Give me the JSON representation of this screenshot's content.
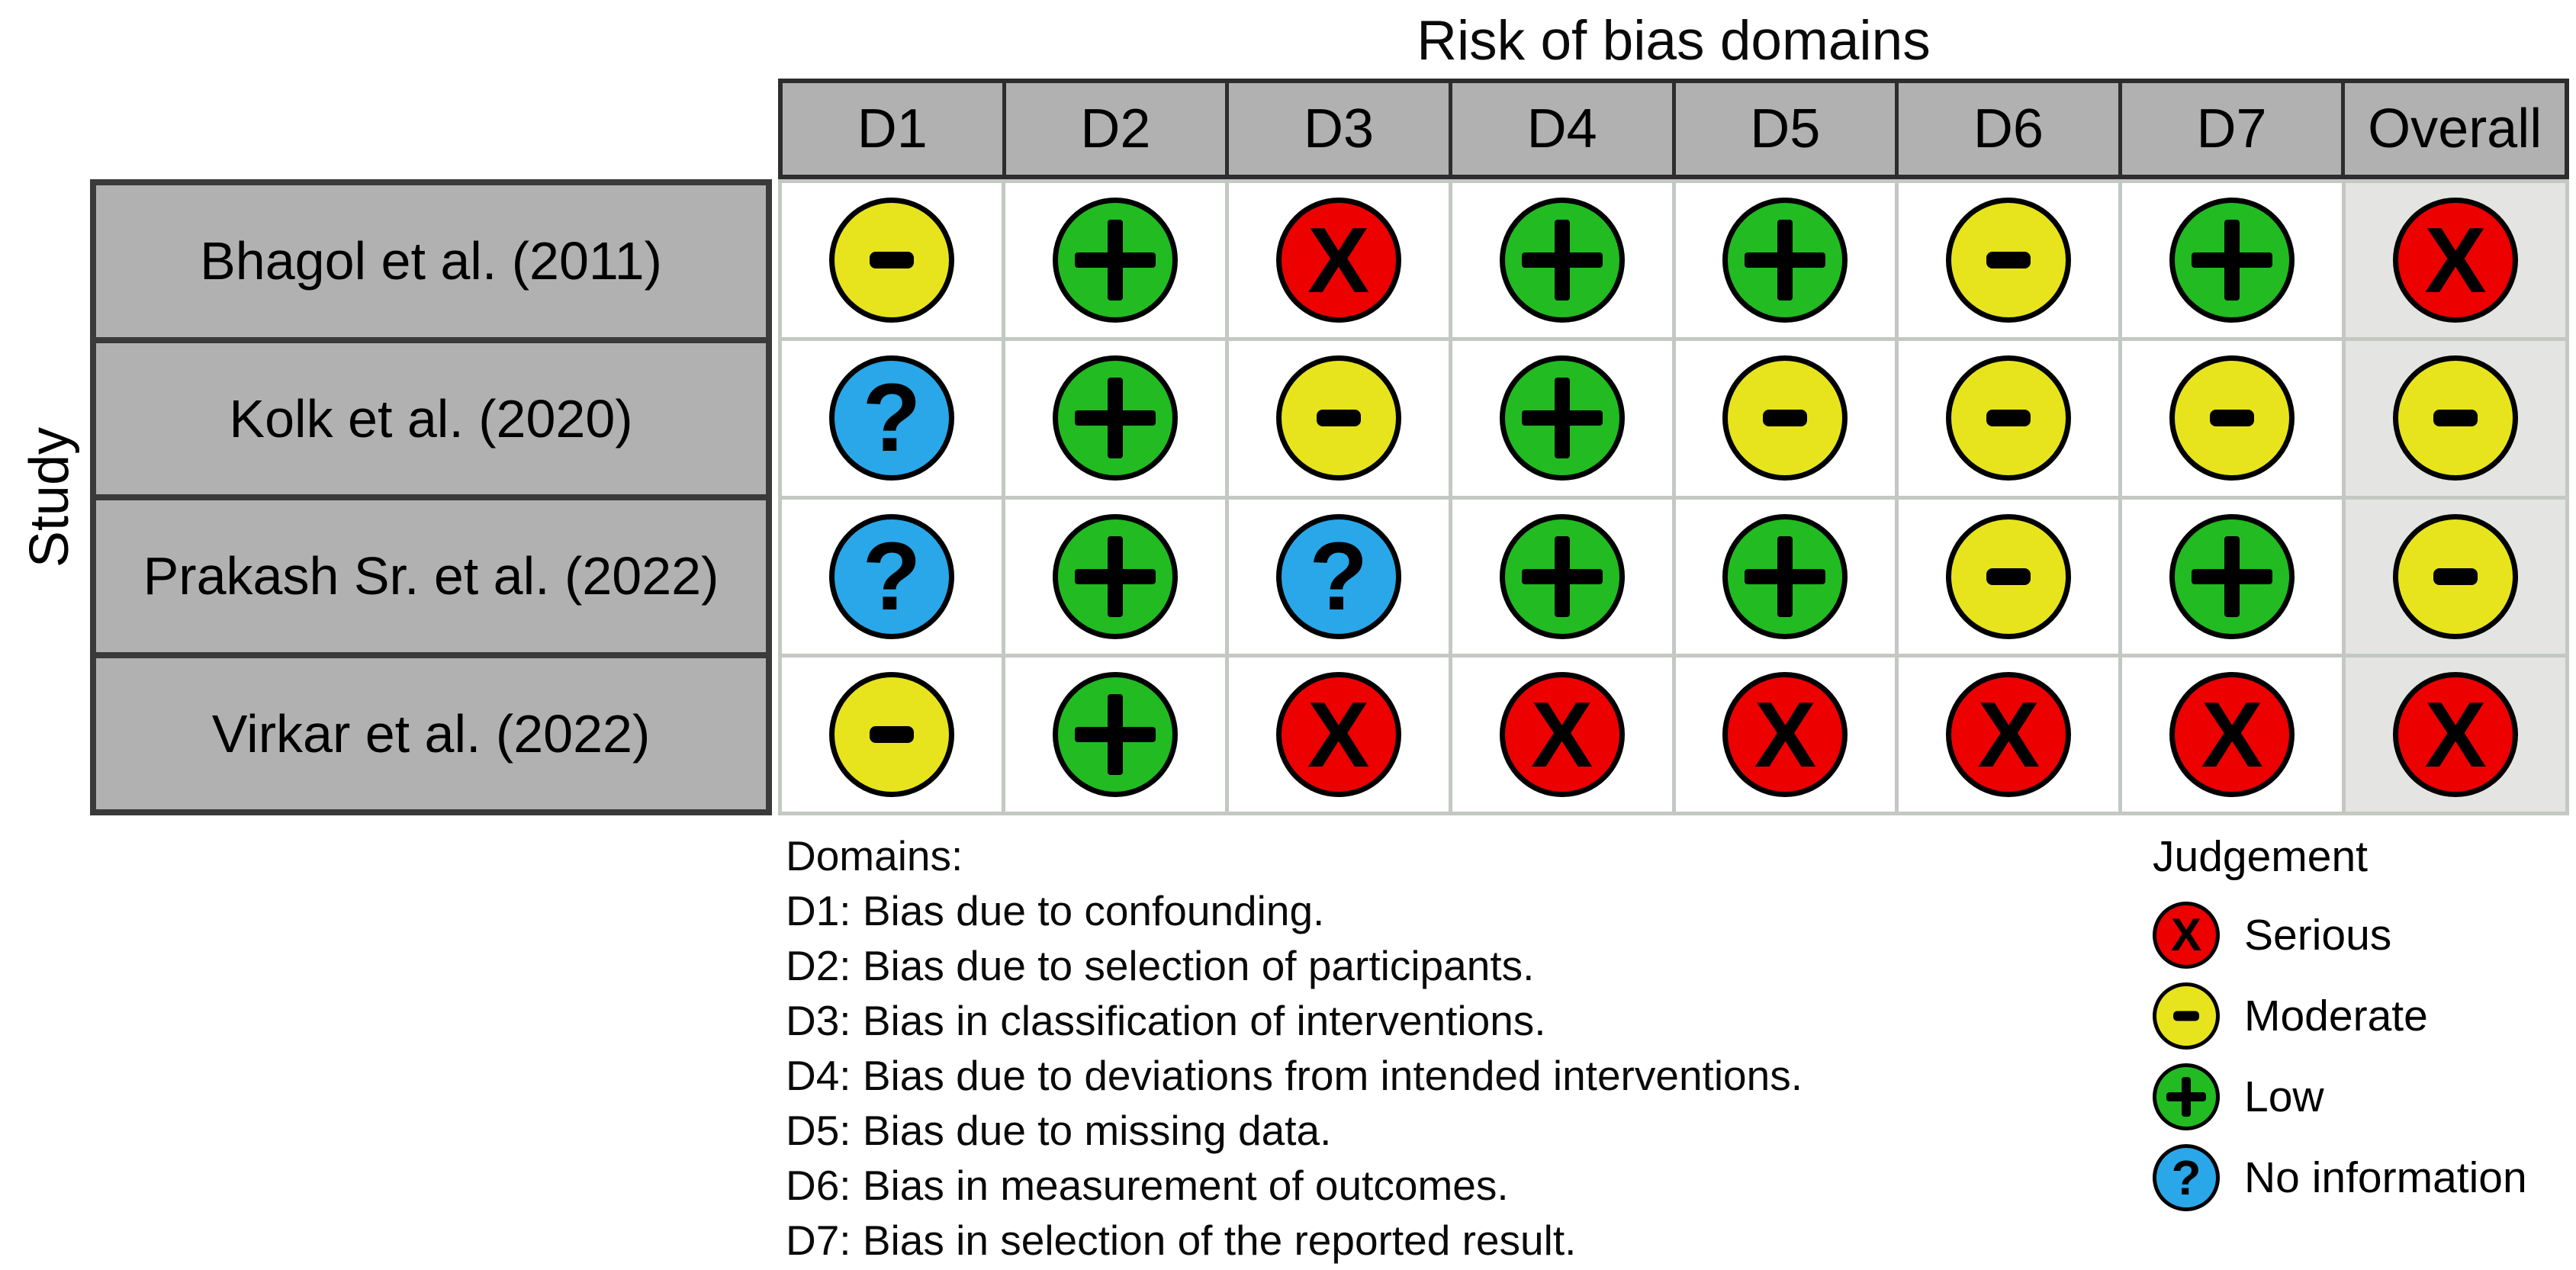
{
  "chart_data": {
    "type": "heatmap",
    "variant": "risk-of-bias-traffic-light-plot",
    "title": "Risk of bias domains",
    "y_axis_label": "Study",
    "columns": [
      "D1",
      "D2",
      "D3",
      "D4",
      "D5",
      "D6",
      "D7",
      "Overall"
    ],
    "rows": [
      "Bhagol et al. (2011)",
      "Kolk et al. (2020)",
      "Prakash Sr. et al. (2022)",
      "Virkar et al. (2022)"
    ],
    "values": [
      [
        "moderate",
        "low",
        "serious",
        "low",
        "low",
        "moderate",
        "low",
        "serious"
      ],
      [
        "no-information",
        "low",
        "moderate",
        "low",
        "moderate",
        "moderate",
        "moderate",
        "moderate"
      ],
      [
        "no-information",
        "low",
        "no-information",
        "low",
        "low",
        "moderate",
        "low",
        "moderate"
      ],
      [
        "moderate",
        "low",
        "serious",
        "serious",
        "serious",
        "serious",
        "serious",
        "serious"
      ]
    ],
    "legend": {
      "title": "Judgement",
      "position": "bottom-right",
      "entries": [
        {
          "key": "serious",
          "label": "Serious",
          "symbol": "X",
          "color": "#ec0000"
        },
        {
          "key": "moderate",
          "label": "Moderate",
          "symbol": "-",
          "color": "#e7e41d"
        },
        {
          "key": "low",
          "label": "Low",
          "symbol": "+",
          "color": "#22bb22"
        },
        {
          "key": "no-information",
          "label": "No information",
          "symbol": "?",
          "color": "#29a7e9"
        }
      ]
    },
    "footnote": {
      "heading": "Domains:",
      "items": [
        "D1: Bias due to confounding.",
        "D2: Bias due to selection of participants.",
        "D3: Bias in classification of interventions.",
        "D4: Bias due to deviations from intended interventions.",
        "D5: Bias due to missing data.",
        "D6: Bias in measurement of outcomes.",
        "D7: Bias in selection of the reported result."
      ]
    },
    "colors": {
      "header_fill": "#b1b1b1",
      "study_fill": "#b1b1b1",
      "cell_fill": "#ffffff",
      "overall_cell_fill": "#e4e4e2",
      "grid_line_light": "#c3c8c3",
      "grid_line_dark": "#2d2d2d",
      "symbol_color": "#000000"
    },
    "grid": true
  }
}
